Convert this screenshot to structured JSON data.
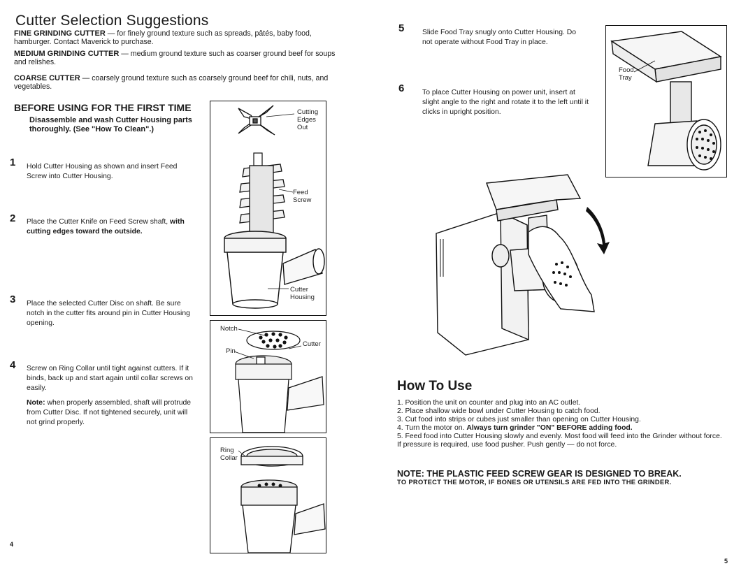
{
  "left_page": {
    "title": "Cutter Selection Suggestions",
    "cutters": [
      {
        "name": "FINE GRINDING CUTTER",
        "desc": " — for finely ground texture such as spreads, pâtés, baby food, hamburger. Contact Maverick to purchase."
      },
      {
        "name": "MEDIUM GRINDING CUTTER",
        "desc": " — medium ground texture such as coarser ground beef for soups and relishes."
      },
      {
        "name": "COARSE CUTTER",
        "desc": " — coarsely ground texture such as coarsely ground beef for chili, nuts, and vegetables."
      }
    ],
    "before_heading": "BEFORE USING FOR THE FIRST TIME",
    "before_sub": "Disassemble and wash Cutter Housing parts thoroughly. (See \"How To Clean\".)",
    "steps": [
      {
        "num": "1",
        "text": "Hold Cutter Housing as shown and insert Feed Screw into Cutter Housing."
      },
      {
        "num": "2",
        "text_plain": "Place the Cutter Knife on Feed Screw shaft,",
        "text_bold": " with cutting edges toward the outside."
      },
      {
        "num": "3",
        "text": "Place the selected Cutter Disc on shaft. Be sure notch in the cutter fits around pin in Cutter Housing opening."
      },
      {
        "num": "4",
        "text": "Screw on Ring Collar until tight against cutters. If it binds, back up and start again until collar screws on easily.",
        "note_label": "Note:",
        "note_text": " when properly assembled, shaft will protrude from Cutter Disc. If not tightened securely, unit will not grind properly."
      }
    ],
    "figure_labels": {
      "cutting_edges": "Cutting Edges Out",
      "feed_screw": "Feed Screw",
      "cutter_housing": "Cutter Housing",
      "notch": "Notch",
      "pin": "Pin",
      "cutter": "Cutter",
      "ring_collar": "Ring Collar"
    },
    "page_number": "4"
  },
  "right_page": {
    "steps": [
      {
        "num": "5",
        "text": "Slide Food Tray snugly onto Cutter Housing. Do not operate without Food Tray in place."
      },
      {
        "num": "6",
        "text": "To place Cutter Housing on power unit, insert at slight angle to the right and rotate it to the left until it clicks in upright position."
      }
    ],
    "figure_labels": {
      "food_tray": "Food Tray"
    },
    "howto_heading": "How To Use",
    "howto_items": [
      {
        "text": "1. Position the unit on counter and plug into an AC outlet."
      },
      {
        "text": "2. Place shallow wide bowl under Cutter Housing to catch food."
      },
      {
        "text": "3. Cut food into strips or cubes just smaller than opening on Cutter Housing."
      },
      {
        "text_plain": "4. Turn the motor on. ",
        "text_bold": "Always turn grinder \"ON\" BEFORE adding food."
      },
      {
        "text": "5. Feed food into Cutter Housing slowly and evenly. Most food will feed into the Grinder without force. If pressure is required, use food pusher. Push gently — do not force."
      }
    ],
    "note_heading": "NOTE: THE PLASTIC FEED SCREW GEAR IS DESIGNED TO BREAK.",
    "note_body": "TO PROTECT THE MOTOR, IF BONES OR UTENSILS ARE FED INTO THE GRINDER.",
    "page_number": "5"
  }
}
